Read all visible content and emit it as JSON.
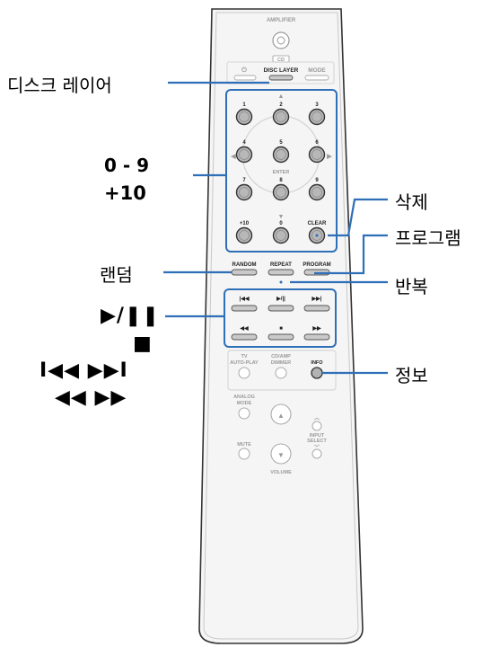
{
  "callouts": {
    "disc_layer": "디스크 레이어",
    "digits": "0 - 9",
    "plus10": "+10",
    "delete": "삭제",
    "program": "프로그램",
    "random": "랜덤",
    "repeat": "반복",
    "play_pause": "▶/❚❚",
    "stop": "■",
    "skip": "I◀◀ ▶▶I",
    "search": "◀◀ ▶▶",
    "info": "정보"
  },
  "remote": {
    "amplifier": "AMPLIFIER",
    "cd": "CD",
    "disc_layer": "DISC LAYER",
    "mode": "MODE",
    "enter": "ENTER",
    "digit_labels": [
      "1",
      "2",
      "3",
      "4",
      "5",
      "6",
      "7",
      "8",
      "9",
      "+10",
      "0",
      "CLEAR"
    ],
    "random": "RANDOM",
    "repeat": "REPEAT",
    "program": "PROGRAM",
    "tv_autoplay": "TV AUTO-PLAY",
    "cd_amp_dimmer": "CD/AMP DIMMER",
    "info": "INFO",
    "analog_mode": "ANALOG MODE",
    "input_select": "INPUT SELECT",
    "mute": "MUTE",
    "volume": "VOLUME"
  },
  "colors": {
    "callout_line": "#2e6fb8",
    "highlight_box": "#2e6fb8",
    "remote_body": "#f4f4f4",
    "remote_outline": "#333333"
  }
}
